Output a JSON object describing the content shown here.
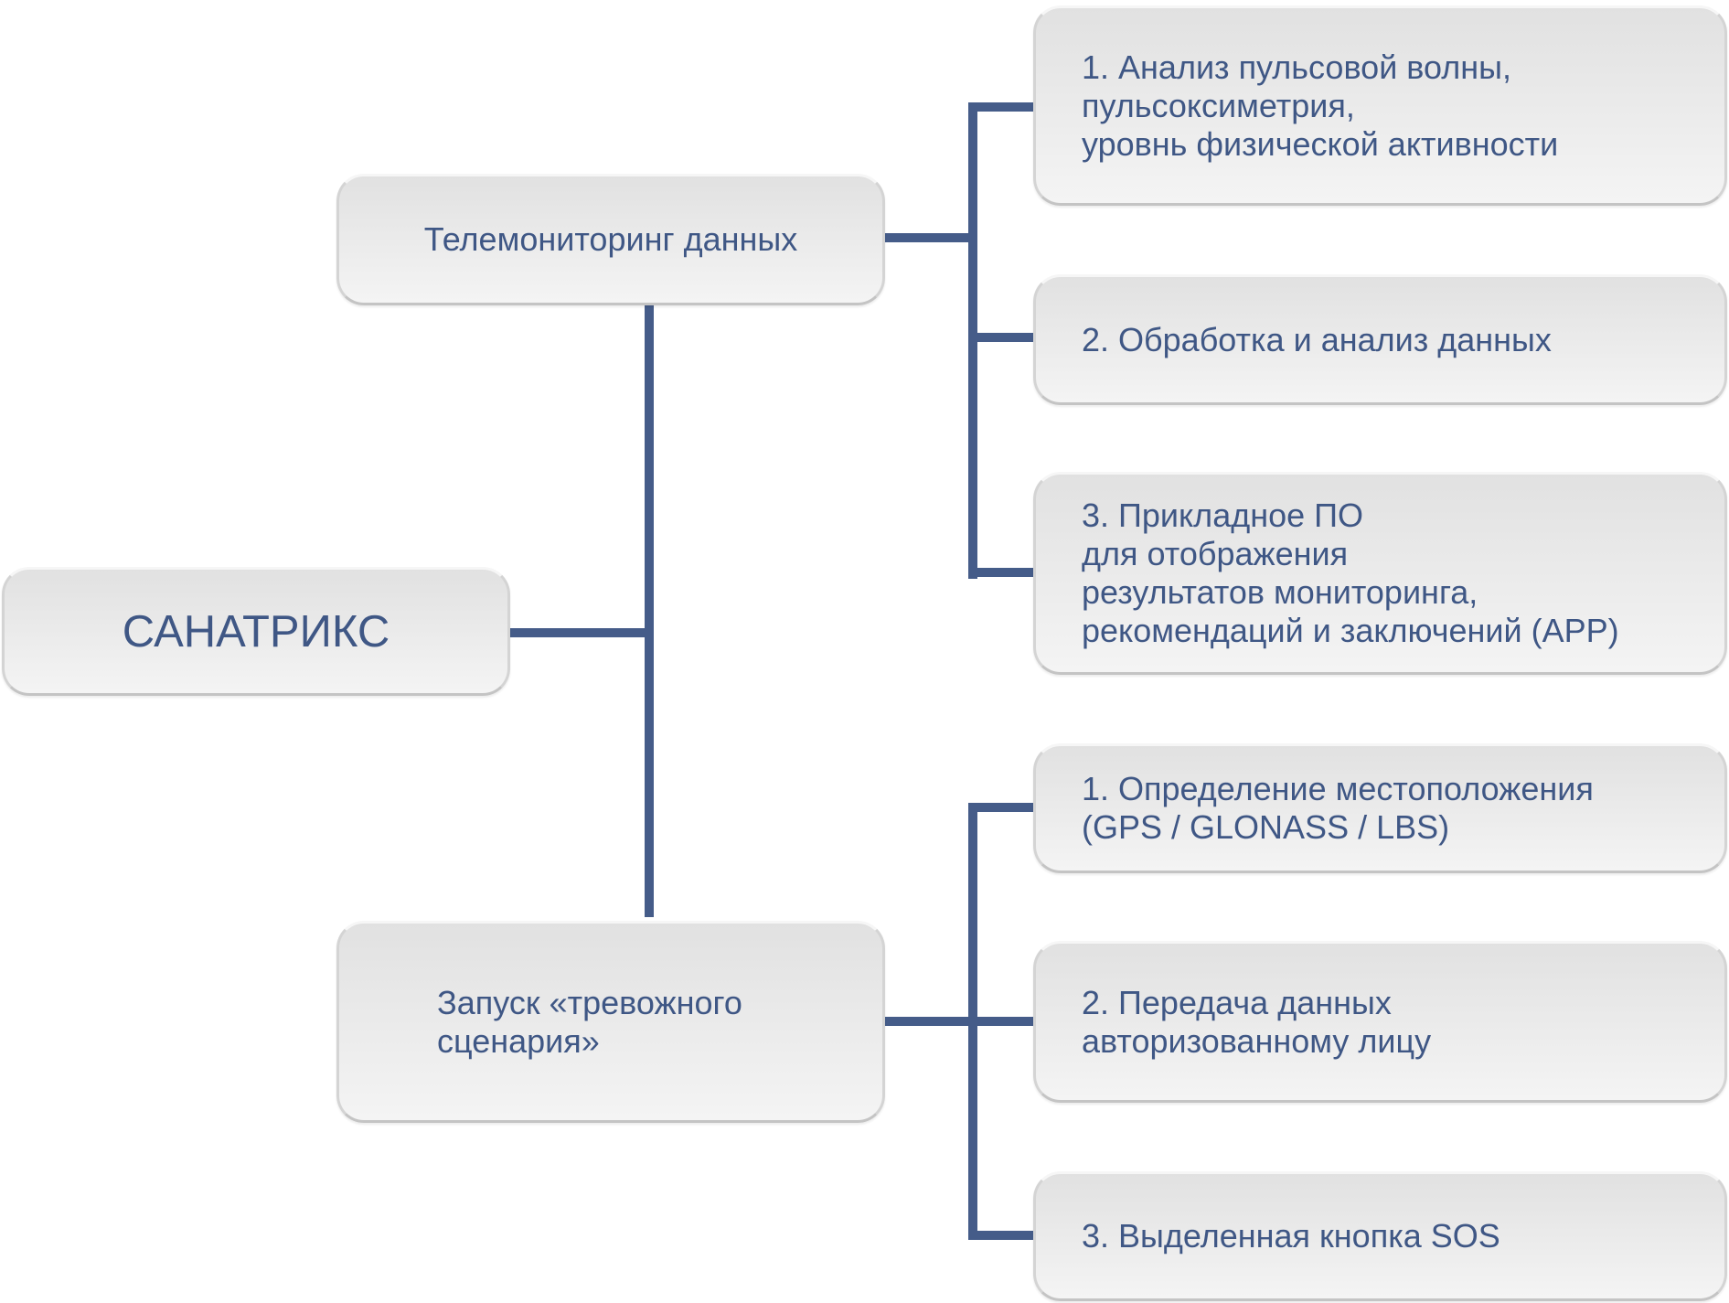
{
  "root": {
    "label": "САНАТРИКС"
  },
  "branches": [
    {
      "label": "Телемониторинг данных",
      "items": [
        "1. Анализ пульсовой волны,\nпульсоксиметрия,\nуровнь физической активности",
        "2. Обработка и анализ данных",
        "3. Прикладное ПО\nдля отображения\nрезультатов мониторинга,\nрекомендаций и заключений (APP)"
      ]
    },
    {
      "label": "Запуск «тревожного\nсценария»",
      "items": [
        "1. Определение местоположения\n(GPS / GLONASS / LBS)",
        "2. Передача данных\nавторизованному лицу",
        "3. Выделенная кнопка SOS"
      ]
    }
  ],
  "colors": {
    "connector": "#455c89",
    "text": "#3f5785"
  }
}
